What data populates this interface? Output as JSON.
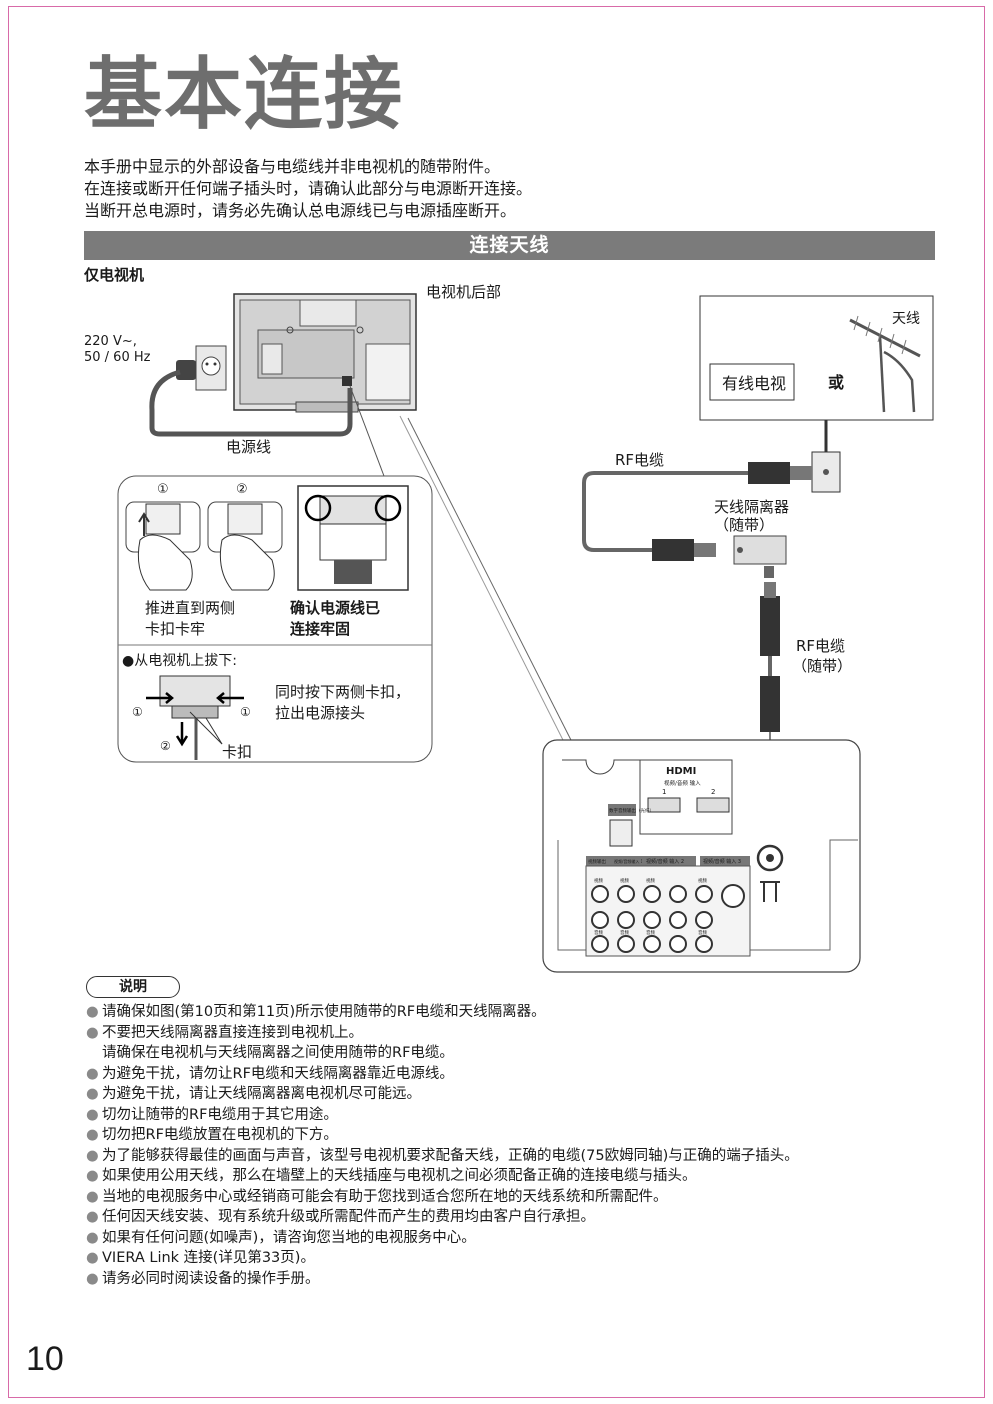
{
  "title": "基本连接",
  "intro": [
    "本手册中显示的外部设备与电缆线并非电视机的随带附件。",
    "在连接或断开任何端子插头时，请确认此部分与电源断开连接。",
    "当断开总电源时，请务必先确认总电源线已与电源插座断开。"
  ],
  "section_title": "连接天线",
  "diagram": {
    "tv_only": "仅电视机",
    "tv_rear": "电视机后部",
    "power_rating_1": "220 V~,",
    "power_rating_2": "50 / 60 Hz",
    "power_cord": "电源线",
    "step1_num": "①",
    "step2_num": "②",
    "push_in_1": "推进直到两侧",
    "push_in_2": "卡扣卡牢",
    "confirm_1": "确认电源线已",
    "confirm_2": "连接牢固",
    "unplug": "●从电视机上拔下:",
    "press_1": "同时按下两侧卡扣，",
    "press_2": "拉出电源接头",
    "clip": "卡扣",
    "antenna": "天线",
    "cable_tv": "有线电视",
    "or": "或",
    "rf_cable": "RF电缆",
    "isolator_1": "天线隔离器",
    "isolator_2": "（随带）",
    "rf_cable_supplied_1": "RF电缆",
    "rf_cable_supplied_2": "（随带）",
    "hdmi_logo": "HDMI",
    "hdmi_sub": "视频/音频 输入",
    "hdmi_1": "1",
    "hdmi_2": "2",
    "digital_out": "数字音频输出（光纤）",
    "av_out": "视频输出",
    "av_in_1": "视频/音频输入 1",
    "av_in_2": "视频/音频 输入 2",
    "av_in_3": "视频/音频 输入 3",
    "component": "分量视频",
    "s_video": "S视频 3",
    "video": "视频",
    "audio": "音频"
  },
  "notes_title": "说明",
  "notes": [
    {
      "text": "请确保如图(第10页和第11页)所示使用随带的RF电缆和天线隔离器。",
      "bullet": true
    },
    {
      "text": "不要把天线隔离器直接连接到电视机上。",
      "bullet": true
    },
    {
      "text": "请确保在电视机与天线隔离器之间使用随带的RF电缆。",
      "bullet": false
    },
    {
      "text": "为避免干扰，请勿让RF电缆和天线隔离器靠近电源线。",
      "bullet": true
    },
    {
      "text": "为避免干扰，请让天线隔离器离电视机尽可能远。",
      "bullet": true
    },
    {
      "text": "切勿让随带的RF电缆用于其它用途。",
      "bullet": true
    },
    {
      "text": "切勿把RF电缆放置在电视机的下方。",
      "bullet": true
    },
    {
      "text": "为了能够获得最佳的画面与声音，该型号电视机要求配备天线，正确的电缆(75欧姆同轴)与正确的端子插头。",
      "bullet": true
    },
    {
      "text": "如果使用公用天线，那么在墙壁上的天线插座与电视机之间必须配备正确的连接电缆与插头。",
      "bullet": true
    },
    {
      "text": "当地的电视服务中心或经销商可能会有助于您找到适合您所在地的天线系统和所需配件。",
      "bullet": true
    },
    {
      "text": "任何因天线安装、现有系统升级或所需配件而产生的费用均由客户自行承担。",
      "bullet": true
    },
    {
      "text": "如果有任何问题(如噪声)，请咨询您当地的电视服务中心。",
      "bullet": true
    },
    {
      "text": "VIERA Link 连接(详见第33页)。",
      "bullet": true
    },
    {
      "text": "请务必同时阅读设备的操作手册。",
      "bullet": true
    }
  ],
  "page_number": "10"
}
